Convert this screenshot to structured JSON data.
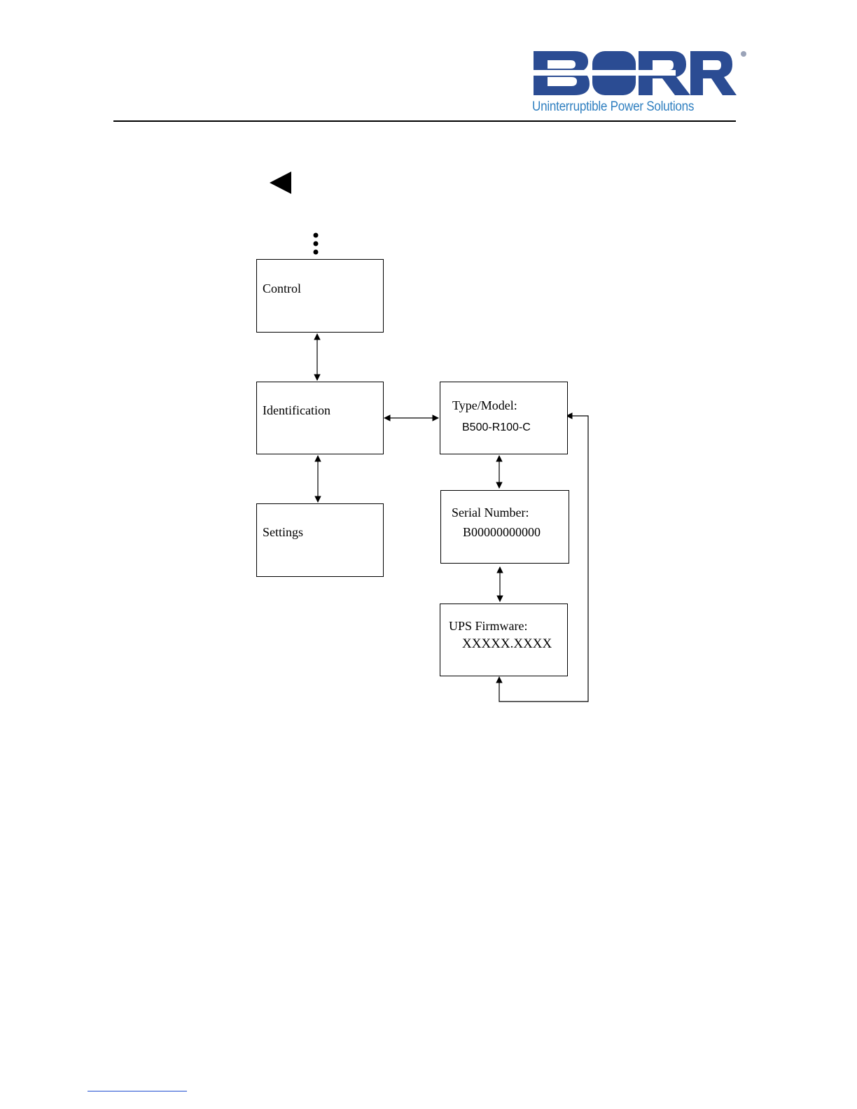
{
  "header": {
    "logo": {
      "icon": "borri-logo",
      "tagline": "Uninterruptible Power Solutions",
      "brand_color": "#2b4c93",
      "tagline_color": "#2f7fc0"
    }
  },
  "nav": {
    "back_icon": "left-triangle-icon",
    "more_icon": "vertical-ellipsis-icon"
  },
  "diagram": {
    "menu": {
      "control": "Control",
      "identification": "Identification",
      "settings": "Settings"
    },
    "details": {
      "type_model": {
        "label": "Type/Model:",
        "value": "B500-R100-C"
      },
      "serial_number": {
        "label": "Serial Number:",
        "value": "B00000000000"
      },
      "ups_firmware": {
        "label": "UPS Firmware:",
        "value": "XXXXX.XXXX"
      }
    }
  }
}
